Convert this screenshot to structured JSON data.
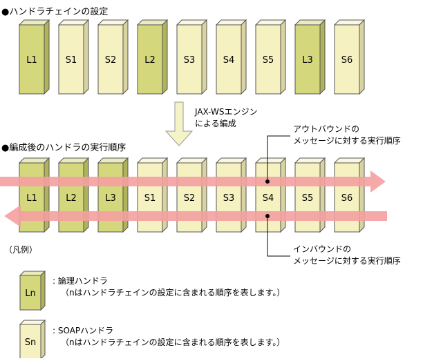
{
  "title_top": "●ハンドラチェインの設定",
  "title_bottom": "●編成後のハンドラの実行順序",
  "engine_label_line1": "JAX-WSエンジン",
  "engine_label_line2": "による編成",
  "top_chain": [
    {
      "label": "L1",
      "kind": "logical"
    },
    {
      "label": "S1",
      "kind": "soap"
    },
    {
      "label": "S2",
      "kind": "soap"
    },
    {
      "label": "L2",
      "kind": "logical"
    },
    {
      "label": "S3",
      "kind": "soap"
    },
    {
      "label": "S4",
      "kind": "soap"
    },
    {
      "label": "S5",
      "kind": "soap"
    },
    {
      "label": "L3",
      "kind": "logical"
    },
    {
      "label": "S6",
      "kind": "soap"
    }
  ],
  "bottom_chain": [
    {
      "label": "L1",
      "kind": "logical"
    },
    {
      "label": "L2",
      "kind": "logical"
    },
    {
      "label": "L3",
      "kind": "logical"
    },
    {
      "label": "S1",
      "kind": "soap"
    },
    {
      "label": "S2",
      "kind": "soap"
    },
    {
      "label": "S3",
      "kind": "soap"
    },
    {
      "label": "S4",
      "kind": "soap"
    },
    {
      "label": "S5",
      "kind": "soap"
    },
    {
      "label": "S6",
      "kind": "soap"
    }
  ],
  "outbound_label_line1": "アウトバウンドの",
  "outbound_label_line2": "メッセージに対する実行順序",
  "inbound_label_line1": "インバウンドの",
  "inbound_label_line2": "メッセージに対する実行順序",
  "legend_title": "（凡例）",
  "legend": [
    {
      "box": "Ln",
      "kind": "logical",
      "name": ": 論理ハンドラ",
      "desc": "（nはハンドラチェインの設定に含まれる順序を表します。）"
    },
    {
      "box": "Sn",
      "kind": "soap",
      "name": ": SOAPハンドラ",
      "desc": "（nはハンドラチェインの設定に含まれる順序を表します。）"
    }
  ],
  "colors": {
    "logical_front": "#d4d77c",
    "logical_top": "#eaecbd",
    "logical_side": "#b0b35a",
    "soap_front": "#f6f1c0",
    "soap_top": "#fbf8e2",
    "soap_side": "#d9d3a0",
    "arrow_band": "#f4a0a0",
    "down_arrow": "#f4f4c8"
  }
}
